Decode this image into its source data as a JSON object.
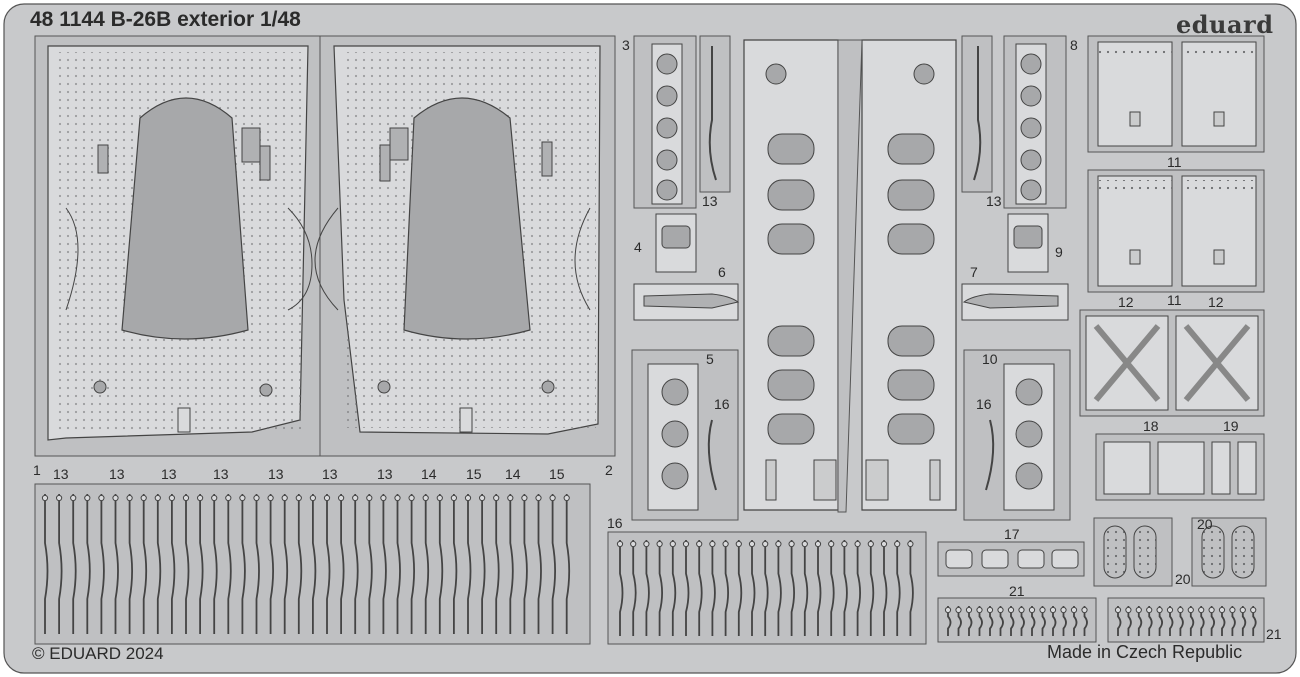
{
  "sheet": {
    "title": "48 1144 B-26B exterior 1/48",
    "brand": "eduard",
    "copyright": "© EDUARD 2024",
    "origin": "Made in Czech Republic"
  },
  "colors": {
    "background": "#ffffff",
    "fret": "#c8c9cb",
    "part": "#d9dadc",
    "outline": "#444444",
    "recess": "#a7a8aa",
    "text": "#2b2b2b"
  },
  "part_numbers": {
    "p1": "1",
    "p2": "2",
    "p3": "3",
    "p4": "4",
    "p5": "5",
    "p6": "6",
    "p7": "7",
    "p8": "8",
    "p9": "9",
    "p10": "10",
    "p11a": "11",
    "p11b": "11",
    "p12a": "12",
    "p12b": "12",
    "p13a": "13",
    "p13b": "13",
    "p16a": "16",
    "p16b": "16",
    "p16c": "16",
    "p17": "17",
    "p18": "18",
    "p19": "19",
    "p20a": "20",
    "p20b": "20",
    "p21a": "21",
    "p21b": "21",
    "bottom_row": [
      "13",
      "13",
      "13",
      "13",
      "13",
      "13",
      "13",
      "14",
      "15",
      "14",
      "15"
    ]
  }
}
